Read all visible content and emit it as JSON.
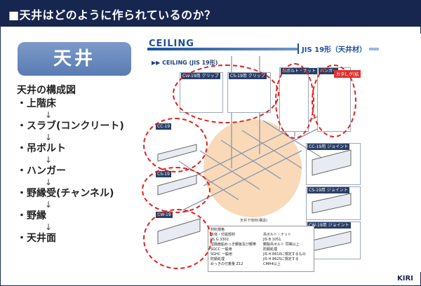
{
  "header": {
    "title": "■天井はどのように作られているのか？"
  },
  "left": {
    "pill_label": "天井",
    "heading": "天井の構成図",
    "items": [
      "・上階床",
      "・スラブ(コンクリート)",
      "・吊ボルト",
      "・ハンガー",
      "・野縁受(チャンネル)",
      "・野縁",
      "・天井面"
    ],
    "arrow": "↓"
  },
  "catalog": {
    "title": "CEILING",
    "jis": "JIS 19形（天井材）",
    "subtitle": "▶▶ CEILING (JIS 19形)",
    "catalog_tag": "カタログ(拡",
    "labels": {
      "clip1": "CW-19用 クリップ",
      "clip2": "CS-19用 クリップ",
      "bolt": "吊ボルト・ナット",
      "hanger": "ハンガー",
      "cc19": "CC-19",
      "cs19": "CS-19",
      "cw19": "CW-19",
      "joint1": "CC-19用 ジョイント",
      "joint2": "CS-19用 ジョイント",
      "joint3": "CW-19用 ジョイント",
      "diagram_caption": "天井下地材(構造)"
    },
    "spec": {
      "c1": [
        "材料規格",
        "本体・付属部材",
        "JIS G 3302",
        "溶融亜鉛めっき鋼板及び鋼帯",
        "SGCC 一般用",
        "SGHC 一般用",
        "防錆処理",
        "めっきの付着量 Z12"
      ],
      "c2": [
        "吊ボルト・ナット",
        "JIS B 1051",
        "鋼製吊ボルト 同等以上",
        "防錆処理",
        "JIS H 8610に規定するもの",
        "JIS H 8625に規定する",
        "CMH4以上"
      ]
    },
    "logo": "KIRI"
  }
}
